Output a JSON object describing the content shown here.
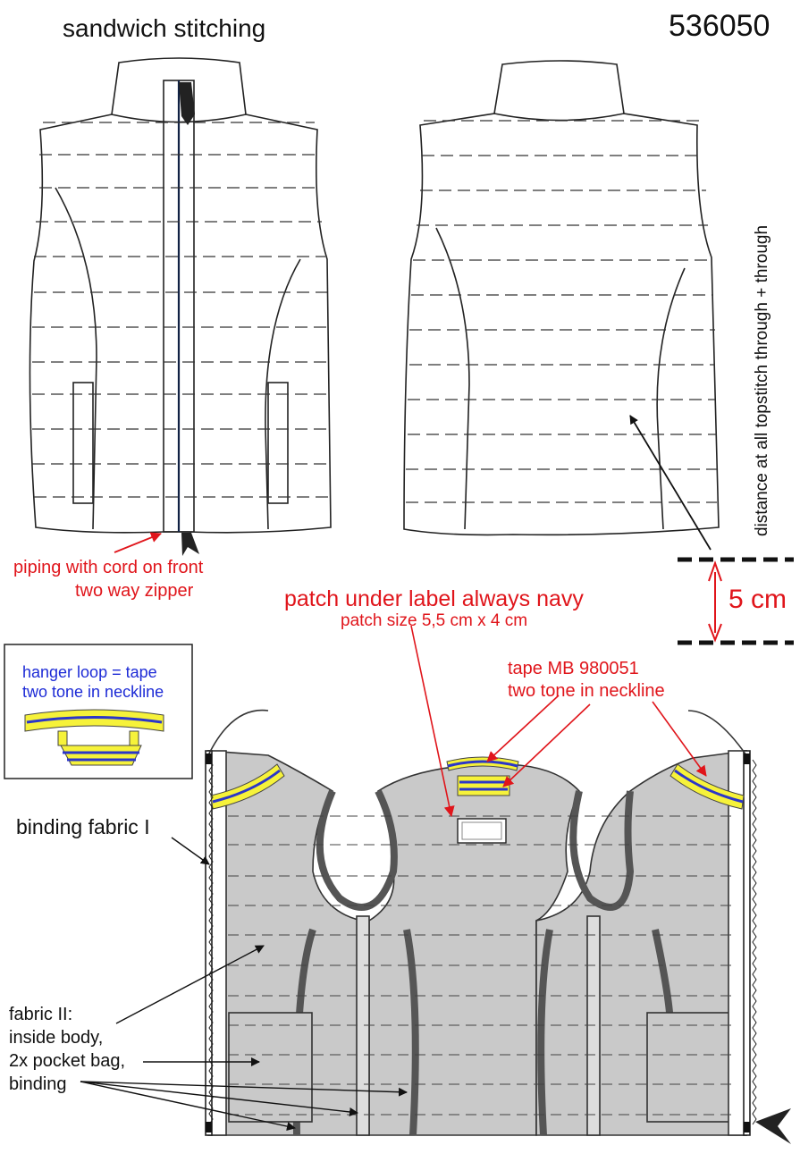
{
  "header": {
    "title": "sandwich stitching",
    "style_number": "536050"
  },
  "annotations": {
    "side_note": "distance at all topstitch through + through",
    "piping": "piping with cord on front",
    "zipper": "two way zipper",
    "patch_note": "patch under label always navy",
    "patch_size": "patch size 5,5 cm x 4 cm",
    "tape_code": "tape MB 980051",
    "tape_neckline": "two tone in neckline",
    "dimension": "5 cm",
    "binding_fabric": "binding fabric I",
    "fabric_lines": [
      "fabric II:",
      "inside body,",
      "2x pocket bag,",
      "binding"
    ]
  },
  "inset": {
    "line1": "hanger loop = tape",
    "line2": "two tone in neckline"
  },
  "colors": {
    "annotation_red": "#e0151b",
    "annotation_blue": "#1d2bd6",
    "tape_yellow": "#f6f23a",
    "tape_navy": "#2b36c9",
    "lining_gray": "#c9c9c9"
  }
}
